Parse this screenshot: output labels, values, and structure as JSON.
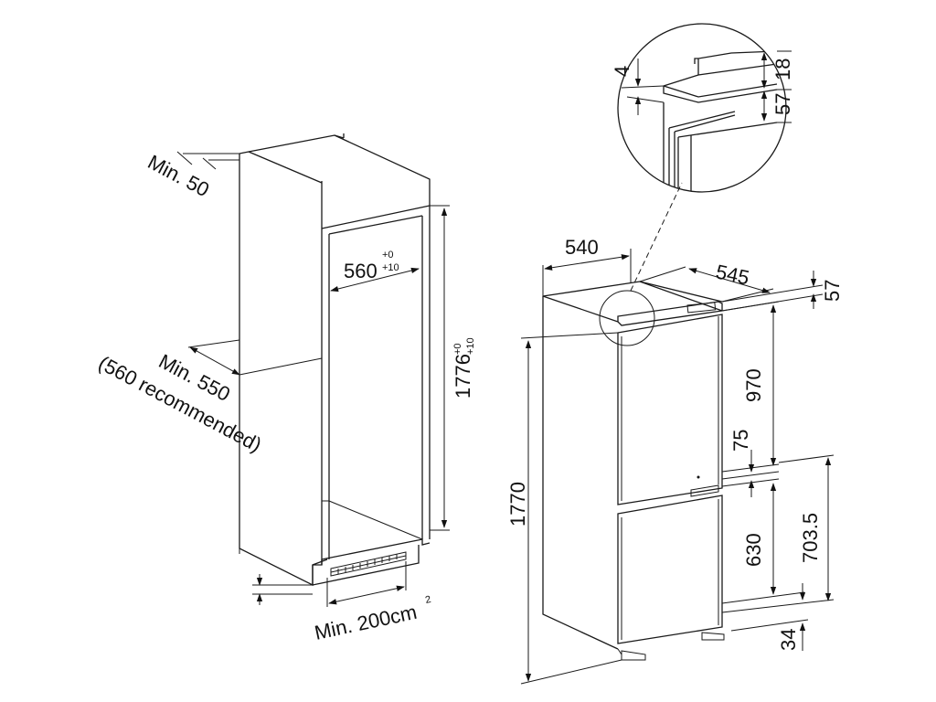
{
  "cabinet": {
    "min_top_gap": "Min. 50",
    "niche_width_value": "560",
    "niche_width_tol_upper": "+0",
    "niche_width_tol_lower": "+10",
    "niche_height_value": "1776",
    "niche_height_tol_upper": "+0",
    "niche_height_tol_lower": "+10",
    "min_depth": "Min. 550",
    "depth_recommended": "(560 recommended)",
    "min_vent_area": "Min. 200cm",
    "vent_area_superscript": "2"
  },
  "appliance": {
    "width": "540",
    "depth": "545",
    "top_offset": "57",
    "total_height": "1770",
    "upper_door_height": "970",
    "door_gap": "75",
    "lower_door_height": "630",
    "hinge_height": "703.5",
    "plinth_height": "34"
  },
  "detail_zoom": {
    "offset": "4",
    "thickness": "18",
    "top_depth": "57"
  }
}
